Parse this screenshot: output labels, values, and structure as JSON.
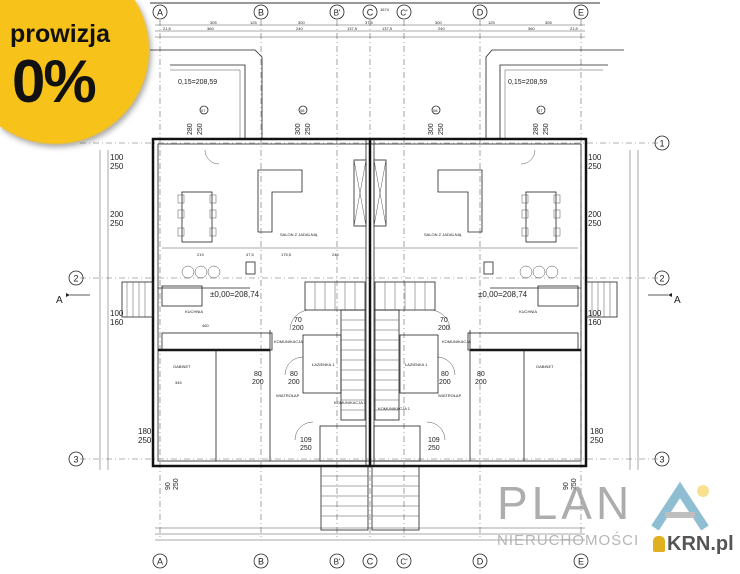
{
  "badge": {
    "line1": "prowizja",
    "line2": "0%",
    "color": "#f7c21a"
  },
  "logo": {
    "name": "PLAN",
    "subtitle": "NIERUCHOMOŚCI",
    "accent_blue": "#6aa8c4",
    "accent_yellow": "#f6d66a"
  },
  "portal": {
    "name": "KRN.pl"
  },
  "plan": {
    "axes_columns": [
      "A",
      "B",
      "B'",
      "C",
      "C'",
      "D",
      "E"
    ],
    "axes_rows": [
      "1",
      "2",
      "3"
    ],
    "section_marker": "A",
    "overall_dim": "1674",
    "dims_top_1": [
      "305",
      "125",
      "300",
      "37,5",
      "300",
      "125",
      "305"
    ],
    "dims_top_2": [
      "21,5",
      "360",
      "240",
      "137,5",
      "137,5",
      "240",
      "360",
      "21,5"
    ],
    "terrace_level": "0,15=208,59",
    "floor_level": "±0,00=208,74",
    "rooms": {
      "living": "SALON Z JADALNIĄ",
      "kitchen": "KUCHNIA",
      "office": "GABINET",
      "hall": "KOMUNIKACJA",
      "hall1": "KOMUNIKACJA 1",
      "bath": "ŁAZIENKA 1",
      "vestibule": "WIATROŁAP"
    },
    "windows": {
      "w07": "07",
      "w08": "08",
      "w280": "280",
      "w300": "300",
      "w250": "250",
      "w100": "100",
      "w200": "200",
      "w160": "160",
      "w180": "180",
      "w90": "90",
      "w109": "109",
      "w80": "80",
      "w70": "70",
      "d02": "02",
      "d06": "06"
    },
    "inner_dims": [
      "219",
      "47,5",
      "175,5",
      "240",
      "460",
      "345"
    ]
  }
}
